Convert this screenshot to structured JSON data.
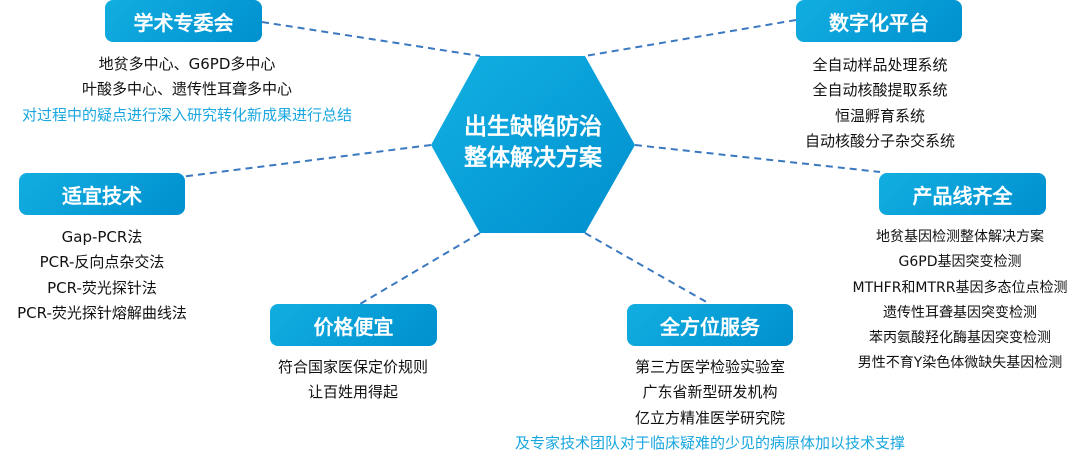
{
  "center": {
    "line1": "出生缺陷防治",
    "line2": "整体解决方案"
  },
  "nodes": {
    "academic": {
      "title": "学术专委会",
      "items": [
        "地贫多中心、G6PD多中心",
        "叶酸多中心、遗传性耳聋多中心"
      ],
      "note": "对过程中的疑点进行深入研究转化新成果进行总结"
    },
    "digital": {
      "title": "数字化平台",
      "items": [
        "全自动样品处理系统",
        "全自动核酸提取系统",
        "恒温孵育系统",
        "自动核酸分子杂交系统"
      ]
    },
    "tech": {
      "title": "适宜技术",
      "items": [
        "Gap-PCR法",
        "PCR-反向点杂交法",
        "PCR-荧光探针法",
        "PCR-荧光探针熔解曲线法"
      ]
    },
    "products": {
      "title": "产品线齐全",
      "items": [
        "地贫基因检测整体解决方案",
        "G6PD基因突变检测",
        "MTHFR和MTRR基因多态位点检测",
        "遗传性耳聋基因突变检测",
        "苯丙氨酸羟化酶基因突变检测",
        "男性不育Y染色体微缺失基因检测"
      ]
    },
    "price": {
      "title": "价格便宜",
      "items": [
        "符合国家医保定价规则",
        "让百姓用得起"
      ]
    },
    "service": {
      "title": "全方位服务",
      "items": [
        "第三方医学检验实验室",
        "广东省新型研发机构",
        "亿立方精准医学研究院"
      ],
      "note": "及专家技术团队对于临床疑难的少见的病原体加以技术支撑"
    }
  },
  "colors": {
    "accent": "#0a9fd8",
    "note": "#1aa7df",
    "dash": "#3a78c0"
  }
}
